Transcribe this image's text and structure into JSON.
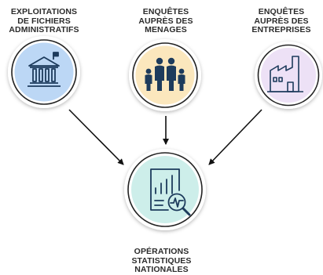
{
  "nodes": {
    "admin": {
      "lines": [
        "EXPLOITATIONS",
        "DE FICHIERS",
        "ADMINISTRATIFS"
      ],
      "icon": "government-building-icon",
      "fill": "#bcd7f5"
    },
    "menage": {
      "lines": [
        "ENQUÊTES",
        "AUPRÈS DES",
        "MENAGES"
      ],
      "icon": "family-icon",
      "fill": "#fbe7bd"
    },
    "entre": {
      "lines": [
        "ENQUÊTES",
        "AUPRÈS DES",
        "ENTREPRISES"
      ],
      "icon": "factory-icon",
      "fill": "#ede1f6"
    },
    "ops": {
      "lines": [
        "OPÉRATIONS",
        "STATISTIQUES",
        "NATIONALES"
      ],
      "icon": "statistics-report-icon",
      "fill": "#cdeeea"
    }
  },
  "colors": {
    "ring": "#ffffff",
    "outline": "#2a2a2a",
    "icon": "#1d3b5c",
    "arrow": "#111111",
    "text": "#2b2b2b"
  }
}
